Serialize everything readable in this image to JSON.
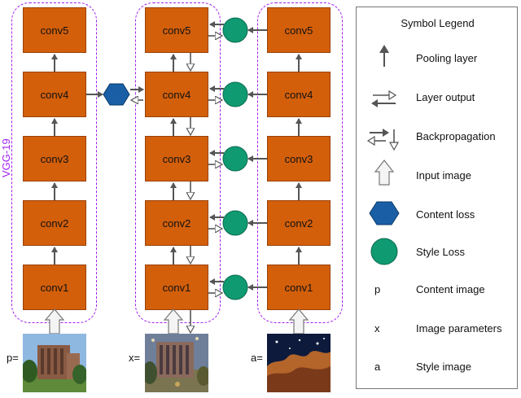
{
  "diagram": {
    "group_label": "VGG-19",
    "layers": [
      "conv5",
      "conv4",
      "conv3",
      "conv2",
      "conv1"
    ],
    "image_labels": {
      "content": "p=",
      "generated": "x=",
      "style": "a="
    }
  },
  "legend": {
    "title": "Symbol Legend",
    "items": [
      {
        "icon": "pooling-arrow-icon",
        "label": "Pooling layer"
      },
      {
        "icon": "layer-output-arrows-icon",
        "label": "Layer output"
      },
      {
        "icon": "backpropagation-arrows-icon",
        "label": "Backpropagation"
      },
      {
        "icon": "input-image-arrow-icon",
        "label": "Input image"
      },
      {
        "icon": "hexagon-icon",
        "label": "Content loss"
      },
      {
        "icon": "circle-icon",
        "label": "Style Loss"
      },
      {
        "symbol": "p",
        "label": "Content image"
      },
      {
        "symbol": "x",
        "label": "Image parameters"
      },
      {
        "symbol": "a",
        "label": "Style image"
      }
    ]
  },
  "colors": {
    "layer_fill": "#d35f0b",
    "group_border": "#a020f0",
    "content_loss": "#1a5fa6",
    "style_loss": "#0f9a72",
    "arrow": "#555555"
  }
}
